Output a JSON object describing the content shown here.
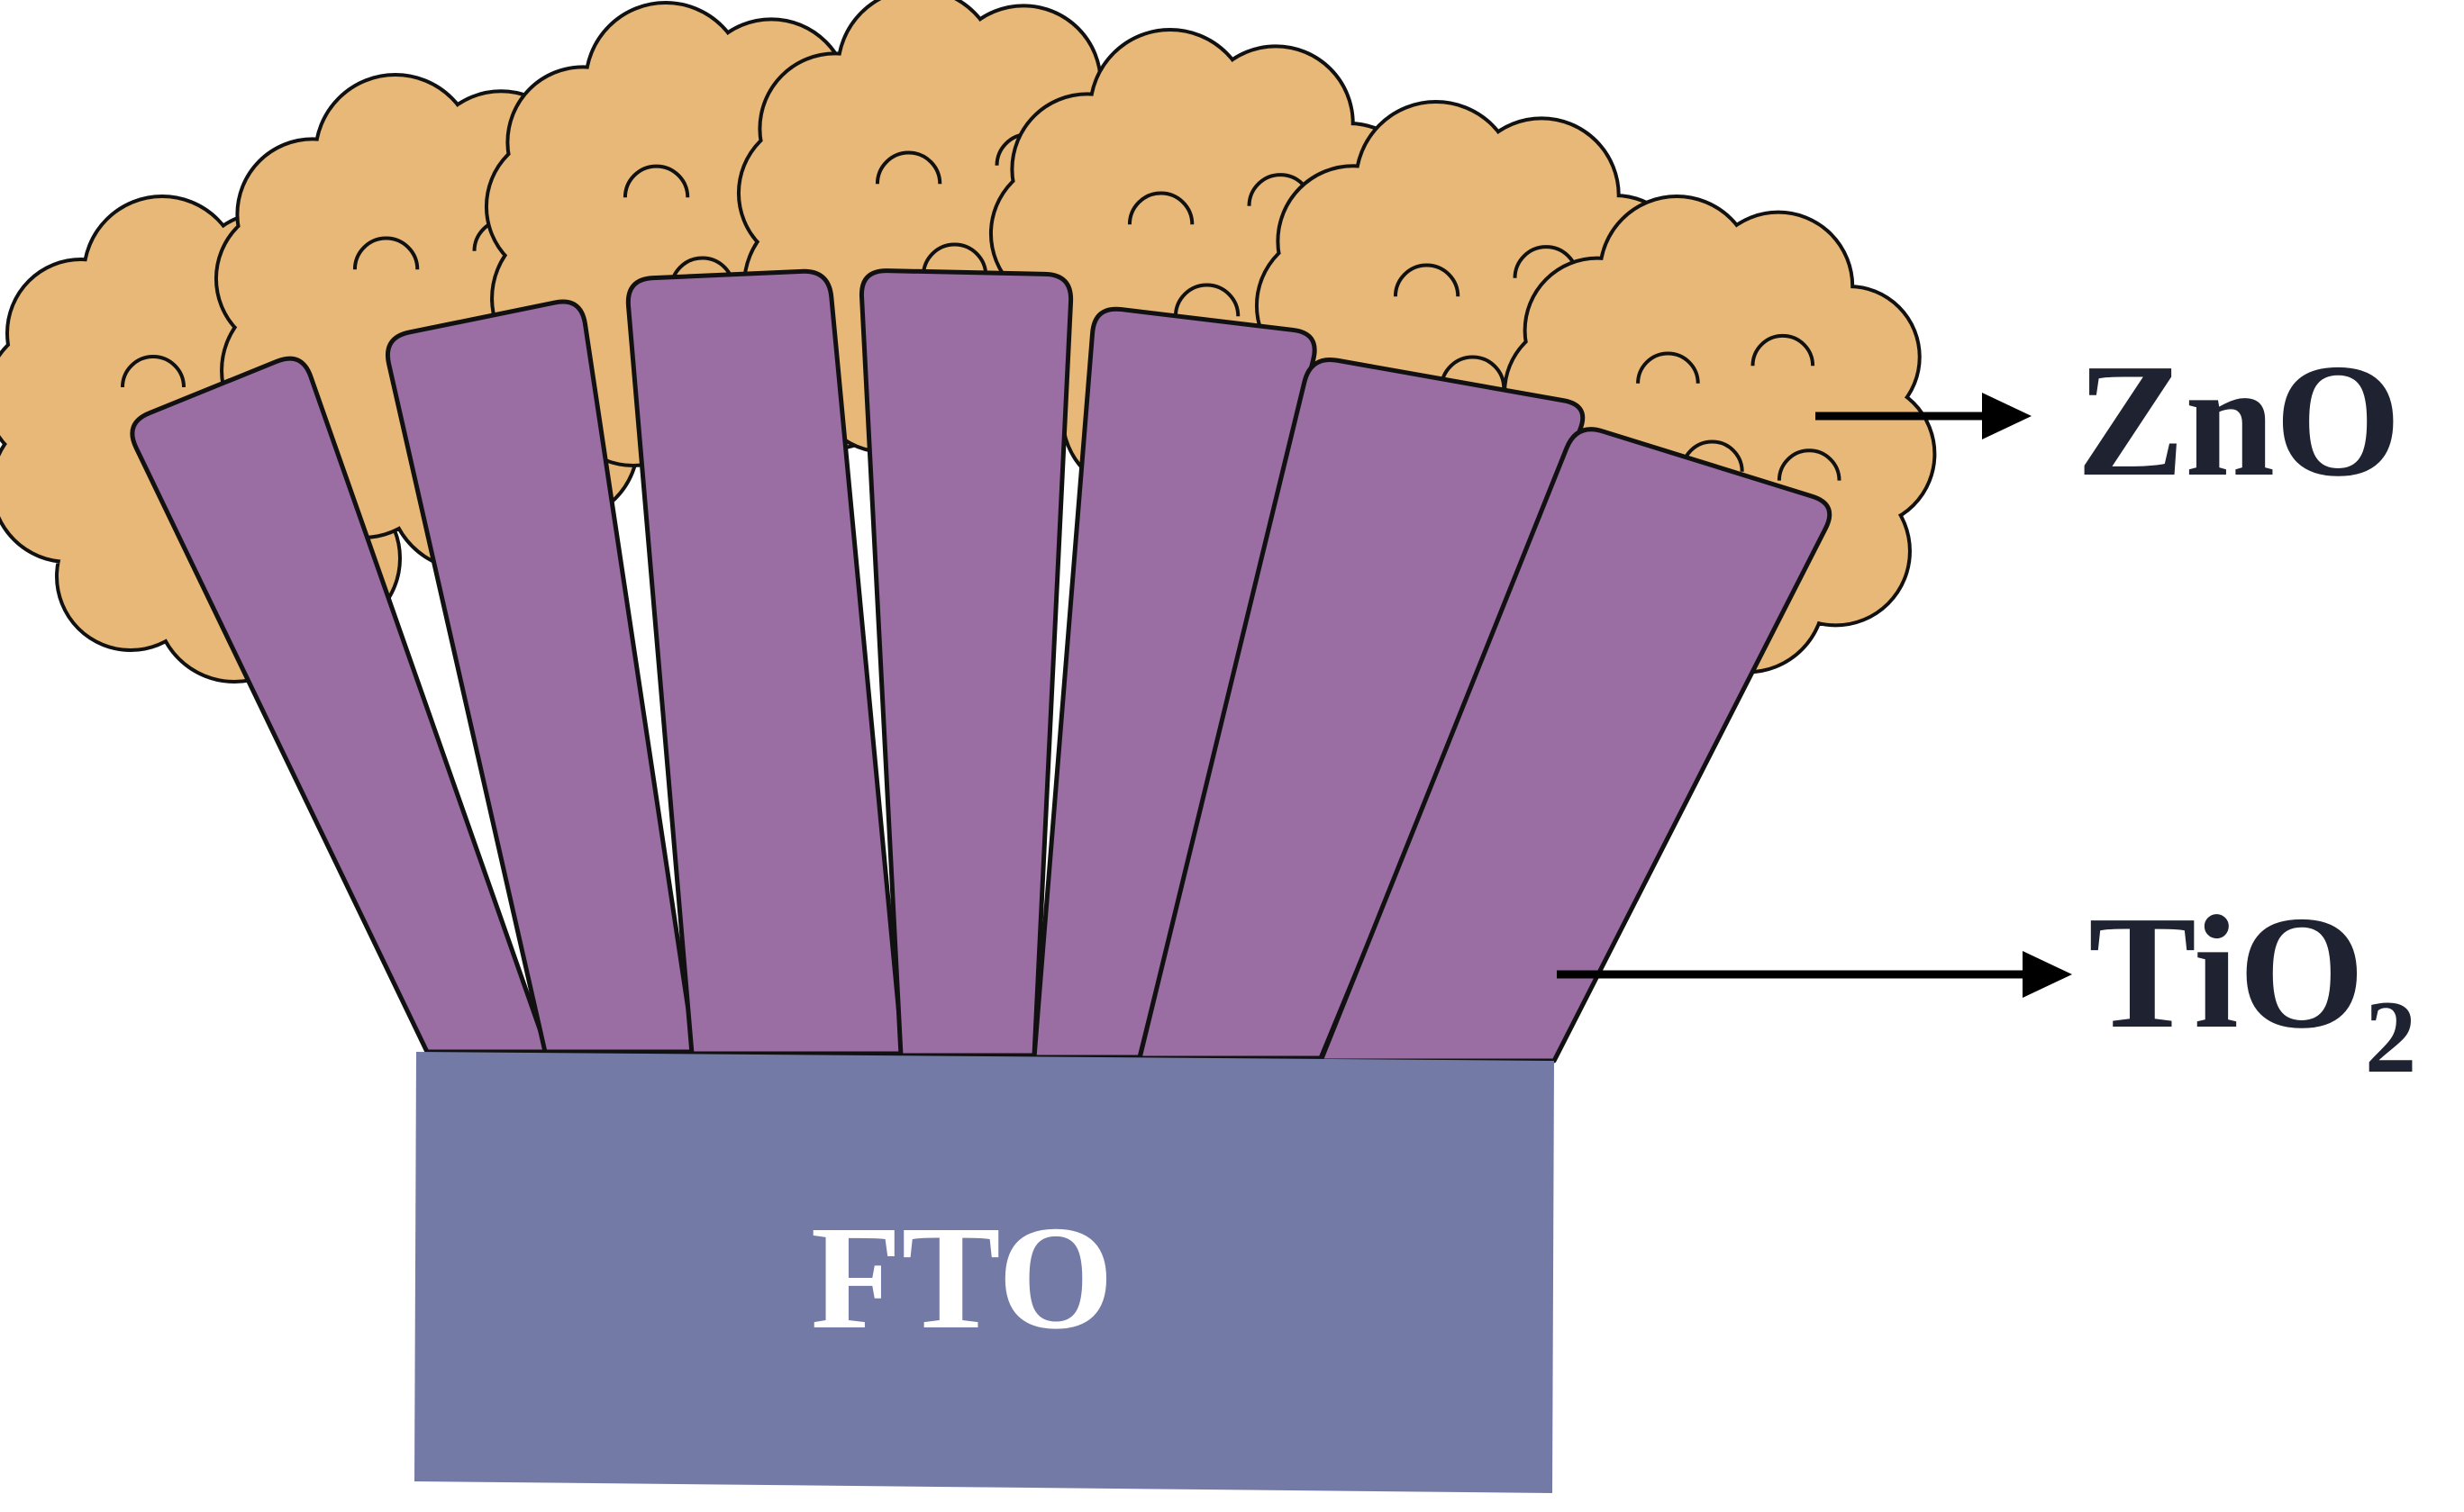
{
  "labels": {
    "zno": "ZnO",
    "tio2_main": "TiO",
    "tio2_subscript": "2",
    "fto": "FTO"
  },
  "colors": {
    "zno_fill": "#E8B878",
    "tio2_fill": "#9A6EA3",
    "fto_fill": "#747AA6",
    "outline": "#111111",
    "label_text": "#1F2230",
    "fto_text": "#FFFFFF",
    "arrow": "#000000"
  }
}
